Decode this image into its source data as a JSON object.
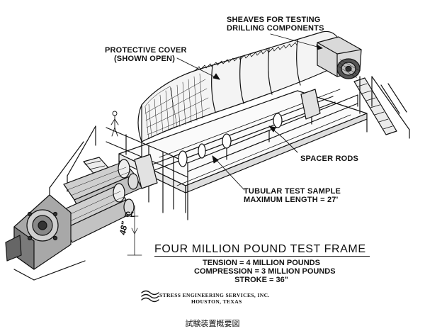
{
  "labels": {
    "sheaves_line1": "SHEAVES FOR TESTING",
    "sheaves_line2": "DRILLING COMPONENTS",
    "cover_line1": "PROTECTIVE COVER",
    "cover_line2": "(SHOWN OPEN)",
    "spacer": "SPACER RODS",
    "tubular_line1": "TUBULAR TEST SAMPLE",
    "tubular_line2": "MAXIMUM LENGTH = 27'"
  },
  "title": {
    "main": "FOUR MILLION POUND TEST FRAME",
    "tension": "TENSION = 4 MILLION POUNDS",
    "compression": "COMPRESSION = 3 MILLION POUNDS",
    "stroke": "STROKE = 36\""
  },
  "dimensions": {
    "height": "48\"",
    "centerline": "CL"
  },
  "company": {
    "name": "STRESS ENGINEERING SERVICES, INC.",
    "city": "HOUSTON, TEXAS"
  },
  "caption": "試験装置概要図"
}
